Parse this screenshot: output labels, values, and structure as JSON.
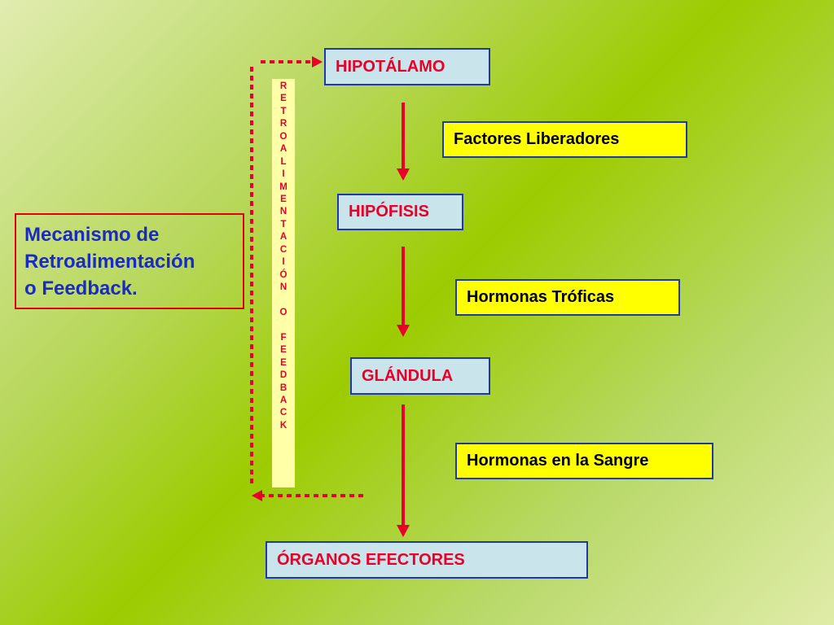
{
  "nodes": {
    "hipotalamo": "HIPOTÁLAMO",
    "hipofisis": "HIPÓFISIS",
    "glandula": "GLÁNDULA",
    "organos": "ÓRGANOS EFECTORES"
  },
  "labels": {
    "factores": "Factores Liberadores",
    "troficas": "Hormonas Tróficas",
    "sangre": "Hormonas en la Sangre"
  },
  "feedback": {
    "line1": "Mecanismo de",
    "line2": "Retroalimentación",
    "line3": "o Feedback."
  },
  "vertical_label": [
    "R",
    "E",
    "T",
    "R",
    "O",
    "A",
    "L",
    "I",
    "M",
    "E",
    "N",
    "T",
    "A",
    "C",
    "I",
    "Ó",
    "N",
    "",
    "O",
    "",
    "F",
    "E",
    "E",
    "D",
    "B",
    "A",
    "C",
    "K"
  ],
  "colors": {
    "arrow": "#e8002a",
    "node_text": "#e8002a",
    "feedback_text": "#1a2bc4",
    "box_border": "#1f3aa8"
  }
}
